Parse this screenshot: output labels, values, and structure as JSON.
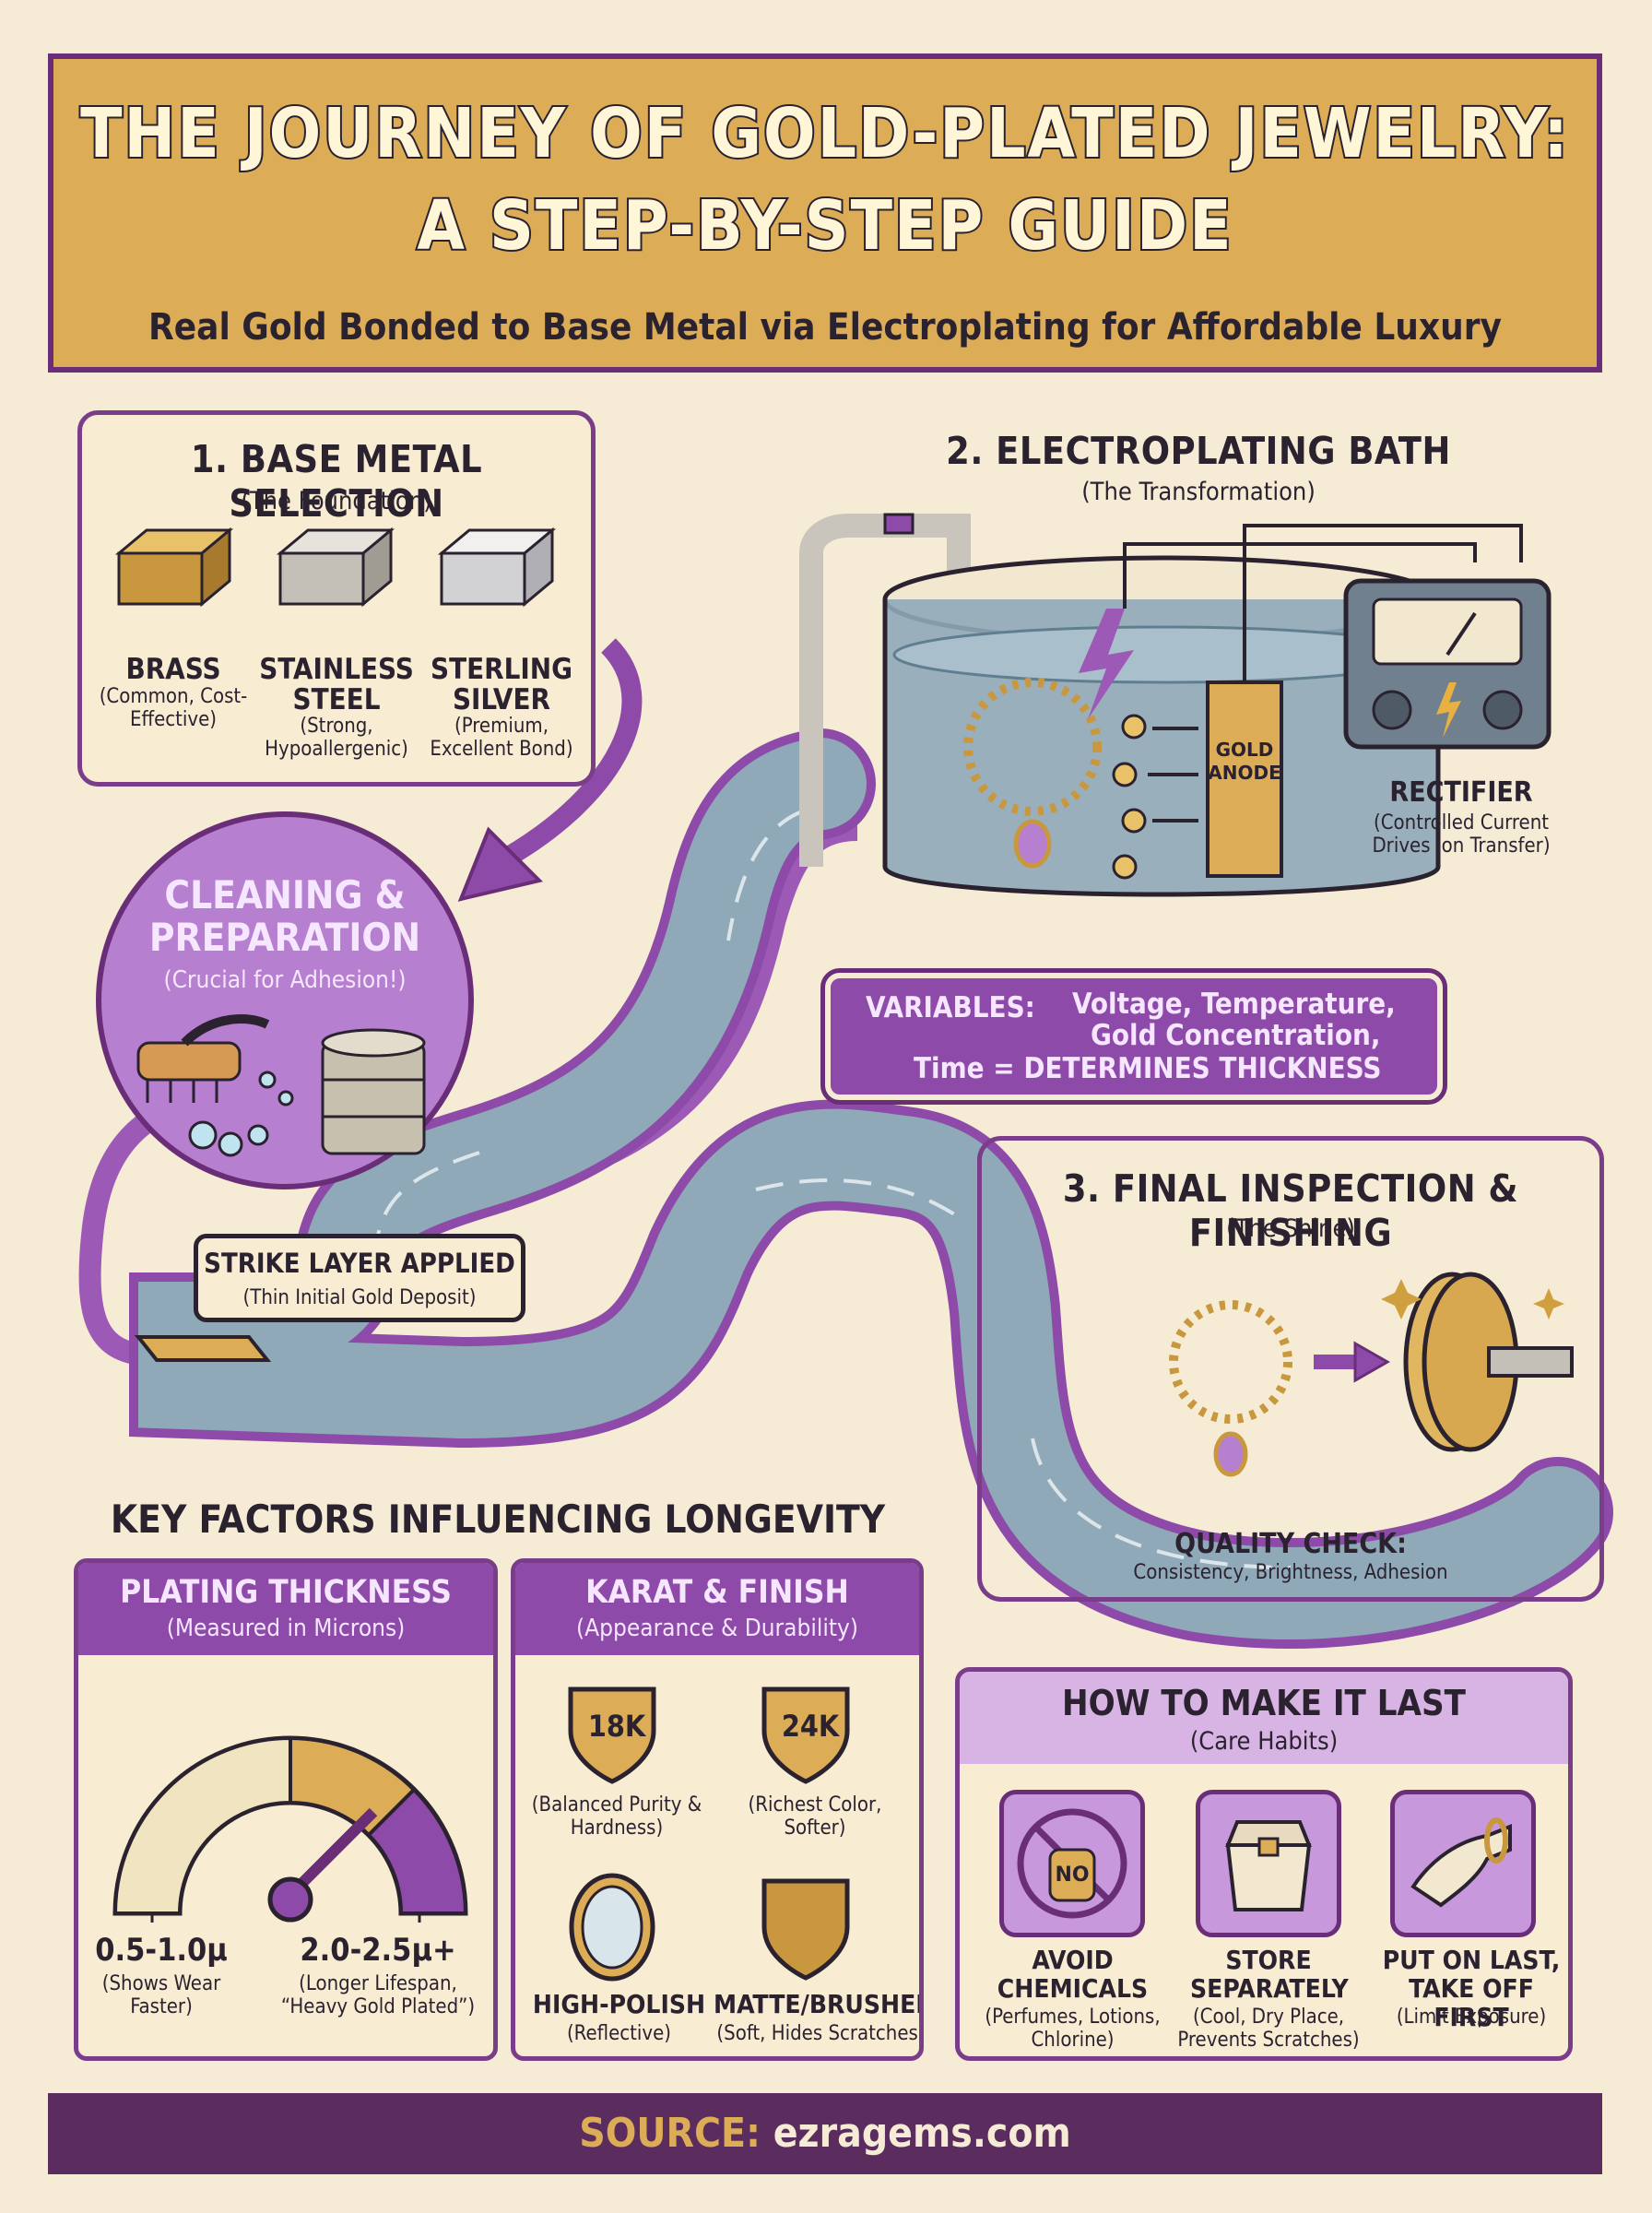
{
  "title": {
    "line1": "THE JOURNEY OF GOLD-PLATED JEWELRY:",
    "line2": "A STEP-BY-STEP GUIDE",
    "subtitle": "Real Gold Bonded to Base Metal via Electroplating for Affordable Luxury"
  },
  "step1": {
    "heading": "1. BASE METAL SELECTION",
    "sub": "(The Foundation)",
    "metals": [
      {
        "name": "BRASS",
        "desc": "(Common, Cost-Effective)"
      },
      {
        "name": "STAINLESS STEEL",
        "desc": "(Strong, Hypoallergenic)"
      },
      {
        "name": "STERLING SILVER",
        "desc": "(Premium, Excellent Bond)"
      }
    ]
  },
  "cleaning": {
    "heading_line1": "CLEANING &",
    "heading_line2": "PREPARATION",
    "sub": "(Crucial for Adhesion!)"
  },
  "strike": {
    "heading": "STRIKE LAYER APPLIED",
    "sub": "(Thin Initial Gold Deposit)"
  },
  "step2": {
    "heading": "2. ELECTROPLATING BATH",
    "sub": "(The Transformation)",
    "anode_label_1": "GOLD",
    "anode_label_2": "ANODE",
    "rectifier": "RECTIFIER",
    "rectifier_desc_1": "(Controlled Current",
    "rectifier_desc_2": "Drives Ion Transfer)",
    "variables_label": "VARIABLES:",
    "variables_line1": "Voltage, Temperature,",
    "variables_line2": "Gold Concentration,",
    "variables_line3": "Time = DETERMINES THICKNESS"
  },
  "step3": {
    "heading": "3. FINAL INSPECTION & FINISHING",
    "sub": "(The Shine)",
    "quality_heading": "QUALITY CHECK:",
    "quality_desc": "Consistency, Brightness, Adhesion"
  },
  "key_factors": {
    "heading": "KEY FACTORS INFLUENCING LONGEVITY",
    "plating": {
      "heading": "PLATING THICKNESS",
      "sub": "(Measured in Microns)",
      "low_value": "0.5-1.0µ",
      "low_desc": "(Shows Wear Faster)",
      "high_value": "2.0-2.5µ+",
      "high_desc_1": "(Longer Lifespan,",
      "high_desc_2": "“Heavy Gold Plated”)"
    },
    "karat": {
      "heading": "KARAT & FINISH",
      "sub": "(Appearance & Durability)",
      "items": [
        {
          "name": "18K",
          "desc": "(Balanced Purity & Hardness)"
        },
        {
          "name": "24K",
          "desc": "(Richest Color, Softer)"
        },
        {
          "name": "HIGH-POLISH",
          "desc": "(Reflective)"
        },
        {
          "name": "MATTE/BRUSHED",
          "desc": "(Soft, Hides Scratches)"
        }
      ]
    }
  },
  "care": {
    "heading": "HOW TO MAKE IT LAST",
    "sub": "(Care Habits)",
    "no_label": "NO",
    "items": [
      {
        "title": "AVOID CHEMICALS",
        "desc": "(Perfumes, Lotions, Chlorine)"
      },
      {
        "title": "STORE SEPARATELY",
        "desc": "(Cool, Dry Place, Prevents Scratches)"
      },
      {
        "title": "PUT ON LAST, TAKE OFF FIRST",
        "desc": "(Limit Exposure)"
      }
    ]
  },
  "source": {
    "label": "SOURCE:",
    "site": "ezragems.com"
  },
  "colors": {
    "gold": "#dcad56",
    "purple": "#8d4aa8",
    "dark_purple": "#6a2d77",
    "cream": "#f8ecd2",
    "water": "#8fa9b8"
  }
}
